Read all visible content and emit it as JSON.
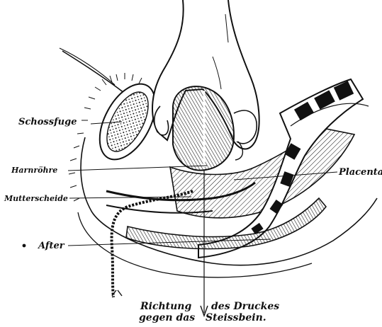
{
  "labels": {
    "schossfuge": "Schossfuge",
    "harnroehre": "Harnröhre",
    "mutterscheide": "Mutterscheide",
    "after": "After",
    "placenta": "Placenta"
  },
  "caption": {
    "line1_left": "Richtung",
    "line1_right": "des Druckes",
    "line2_left": "gegen das",
    "line2_right": "Steissbein."
  },
  "colors": {
    "ink": "#111111",
    "paper": "#ffffff"
  }
}
